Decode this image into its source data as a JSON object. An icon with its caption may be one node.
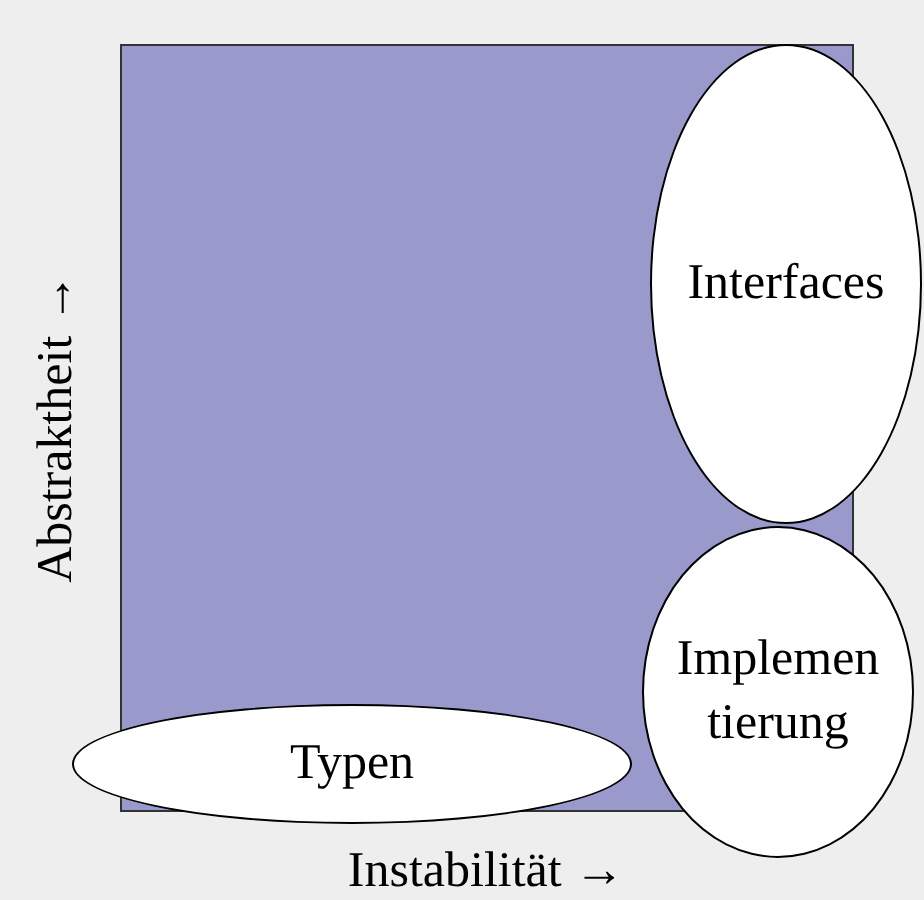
{
  "diagram": {
    "nodes": [
      {
        "text": [
          "Interfaces"
        ]
      },
      {
        "text": [
          "Typen"
        ]
      },
      {
        "text": [
          "Implemen tierung"
        ]
      }
    ],
    "edges": [],
    "labels": [
      "Abstraktheit →",
      "Instabilität →"
    ]
  }
}
